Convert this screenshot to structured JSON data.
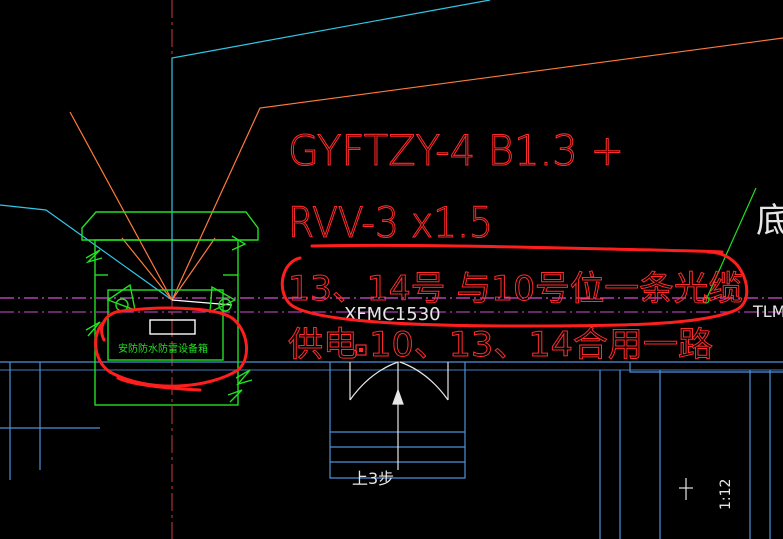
{
  "drawing": {
    "cable_spec_line1": "GYFTZY-4 B1.3 +",
    "cable_spec_line2": "RVV-3 x1.5",
    "note_line1": "13、14号 与10号位一条光缆",
    "note_line2": "供电  10、13、14合用一路",
    "door_tag": "XFMC1530",
    "equipment_box_label": "安防防水防雷设备箱",
    "stair_label": "上3步",
    "slope_label": "1:12",
    "partial_right_char": "底",
    "partial_tl_label": "TLM"
  },
  "colors": {
    "background": "#000000",
    "annotation_red": "#ff2a2a",
    "markup_red": "#ff1e1e",
    "equipment_green": "#22e022",
    "wall_blue": "#4f8fd8",
    "cable_cyan": "#33c6e6",
    "cable_orange": "#ff7a3c",
    "centerline_magenta": "#d24cd2",
    "door_white": "#e6e6e6"
  }
}
